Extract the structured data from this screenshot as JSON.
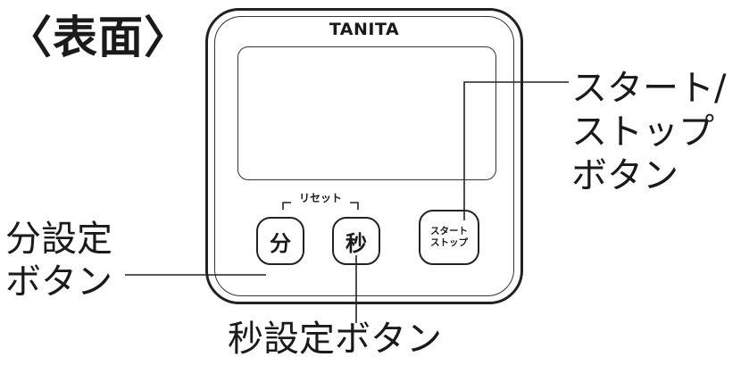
{
  "title": "〈表面〉",
  "device": {
    "brand": "TANITA",
    "reset_label": "リセット"
  },
  "buttons": {
    "minute": "分",
    "second": "秒",
    "start_stop_line1": "スタート",
    "start_stop_line2": "ストップ"
  },
  "callouts": {
    "start_stop": [
      "スタート/",
      "ストップ",
      "ボタン"
    ],
    "minute_set": [
      "分設定",
      "ボタン"
    ],
    "second_set": "秒設定ボタン"
  },
  "colors": {
    "line": "#222222",
    "background": "#ffffff"
  }
}
